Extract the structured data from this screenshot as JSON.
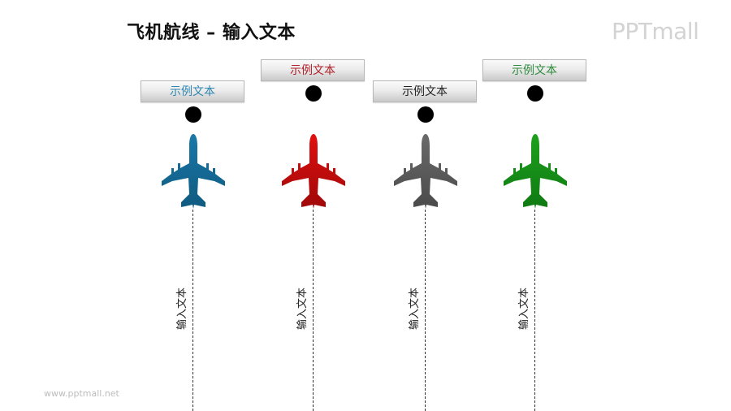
{
  "header": {
    "title": "飞机航线 – 输入文本",
    "logo": "PPTmall"
  },
  "footer": {
    "url": "www.pptmall.net"
  },
  "routes": [
    {
      "label": "示例文本",
      "label_color": "#2e86b0",
      "plane_color": "#1a78a8",
      "plane_dark": "#0f5a80",
      "body_text": "输入文本",
      "label_position": "low"
    },
    {
      "label": "示例文本",
      "label_color": "#b0202a",
      "plane_color": "#e01010",
      "plane_dark": "#a00808",
      "body_text": "输入文本",
      "label_position": "high"
    },
    {
      "label": "示例文本",
      "label_color": "#222222",
      "plane_color": "#6a6a6a",
      "plane_dark": "#4a4a4a",
      "body_text": "输入文本",
      "label_position": "low"
    },
    {
      "label": "示例文本",
      "label_color": "#2e8a3c",
      "plane_color": "#1ea01e",
      "plane_dark": "#0f7a12",
      "body_text": "输入文本",
      "label_position": "high"
    }
  ],
  "icons": {
    "plane": "airplane-icon",
    "dot": "waypoint-dot"
  }
}
